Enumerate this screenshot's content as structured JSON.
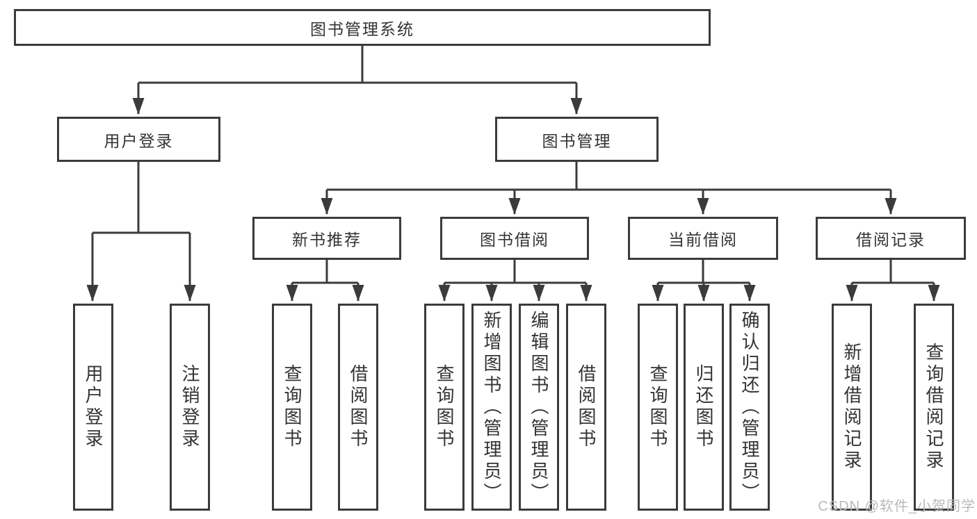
{
  "diagram": {
    "root": "图书管理系统",
    "level2": [
      "用户登录",
      "图书管理"
    ],
    "level3": [
      "新书推荐",
      "图书借阅",
      "当前借阅",
      "借阅记录"
    ],
    "leaves": {
      "login": [
        "用户登录",
        "注销登录"
      ],
      "recommend": [
        "查询图书",
        "借阅图书"
      ],
      "borrow": [
        "查询图书",
        "新增图书（管理员）",
        "编辑图书（管理员）",
        "借阅图书"
      ],
      "current": [
        "查询图书",
        "归还图书",
        "确认归还（管理员）"
      ],
      "records": [
        "新增借阅记录",
        "查询借阅记录"
      ]
    }
  },
  "watermark": "CSDN @软件_小贺同学",
  "colors": {
    "line": "#3b3b3b",
    "text": "#333333",
    "watermark": "#b9b9b9",
    "background": "#ffffff"
  }
}
